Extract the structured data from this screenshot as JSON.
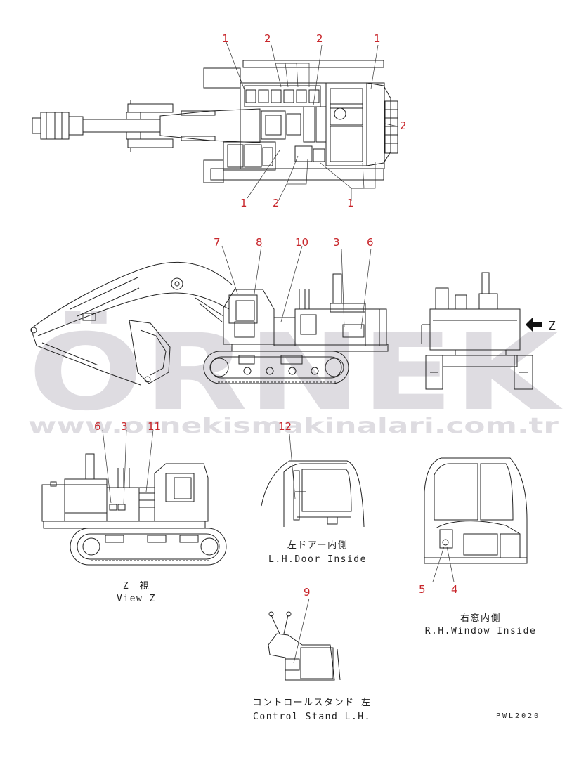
{
  "watermark": {
    "brand": "ÖRNEK",
    "url": "www.ornekismakinalari.com.tr"
  },
  "top_view": {
    "callouts": [
      "1",
      "2",
      "2",
      "1",
      "2",
      "1",
      "2",
      "1"
    ]
  },
  "side_view": {
    "callouts": [
      "7",
      "8",
      "10",
      "3",
      "6"
    ]
  },
  "rear_view": {
    "arrow_label": "Z"
  },
  "view_z": {
    "callouts": [
      "6",
      "3",
      "11"
    ],
    "caption_jp": "Z　視",
    "caption_en": "View Z"
  },
  "door_inside": {
    "callouts": [
      "12"
    ],
    "caption_jp": "左ドアー内側",
    "caption_en": "L.H.Door Inside"
  },
  "window_inside": {
    "callouts": [
      "5",
      "4"
    ],
    "caption_jp": "右窓内側",
    "caption_en": "R.H.Window Inside"
  },
  "control_stand": {
    "callouts": [
      "9"
    ],
    "caption_jp": "コントロールスタンド 左",
    "caption_en": "Control Stand L.H."
  },
  "drawing_code": "PWL2020",
  "colors": {
    "callout": "#c8262b",
    "line": "#222222",
    "watermark": "#d9d7dc"
  }
}
